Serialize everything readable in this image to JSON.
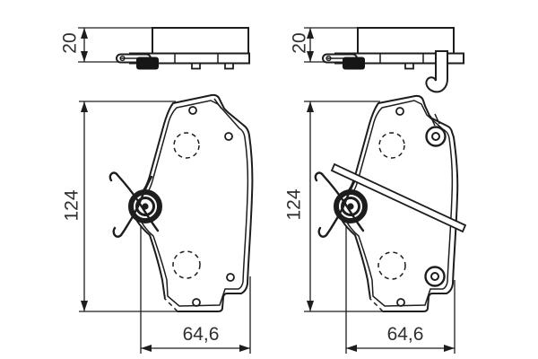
{
  "dimensions": {
    "thickness": "20",
    "height": "124",
    "width": "64,6"
  },
  "colors": {
    "background": "#ffffff",
    "line": "#1d1d1d",
    "text": "#2f2f2f"
  }
}
